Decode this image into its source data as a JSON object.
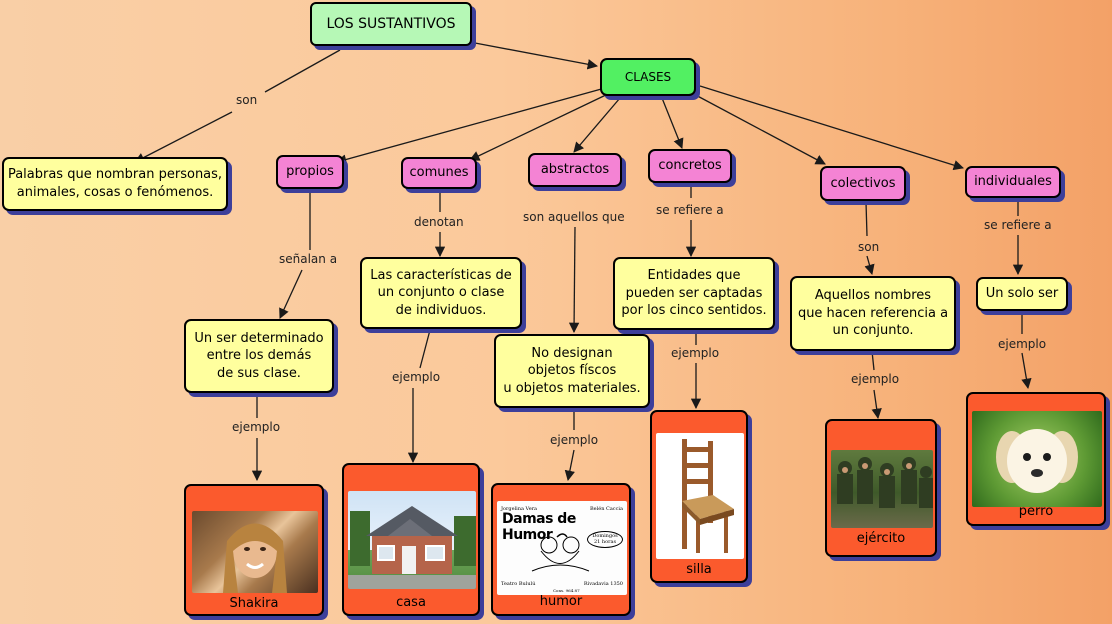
{
  "title": "LOS SUSTANTIVOS",
  "clases": "CLASES",
  "definition": "Palabras que nombran personas,\nanimales, cosas o fenómenos.",
  "links": {
    "son": "son",
    "senalan_a": "señalan a",
    "denotan": "denotan",
    "son_aquellos_que": "son aquellos que",
    "se_refiere_a": "se refiere a",
    "son2": "son",
    "se_refiere_a2": "se refiere a",
    "ejemplo": "ejemplo"
  },
  "types": {
    "propios": "propios",
    "comunes": "comunes",
    "abstractos": "abstractos",
    "concretos": "concretos",
    "colectivos": "colectivos",
    "individuales": "individuales"
  },
  "descriptions": {
    "propios": "Un ser determinado\nentre los demás\nde sus clase.",
    "comunes": "Las características de\nun conjunto o clase\nde individuos.",
    "abstractos": "No designan\nobjetos físcos\nu objetos materiales.",
    "concretos": "Entidades que\npueden ser captadas\npor los cinco sentidos.",
    "colectivos": "Aquellos nombres\nque hacen referencia a\nun conjunto.",
    "individuales": "Un solo ser"
  },
  "examples": {
    "shakira": "Shakira",
    "casa": "casa",
    "humor": "humor",
    "silla": "silla",
    "ejercito": "ejército",
    "perro": "perro"
  },
  "poster": {
    "left_name": "Jorgelina Vera",
    "right_name": "Belén Caccia",
    "title": "Damas de Humor",
    "badge": "Domingos 21 horas",
    "venue": "Teatro Bululú",
    "address": "Rivadavia 1350",
    "phone": "Cons. 964.87"
  },
  "colors": {
    "link": "#1a1a1a",
    "shadow": "#3d3f9a",
    "title_bg": "#b6f8b6",
    "clases_bg": "#52f062",
    "type_bg": "#f483d4",
    "desc_bg": "#ffff9e",
    "example_bg": "#fb5a2d"
  }
}
